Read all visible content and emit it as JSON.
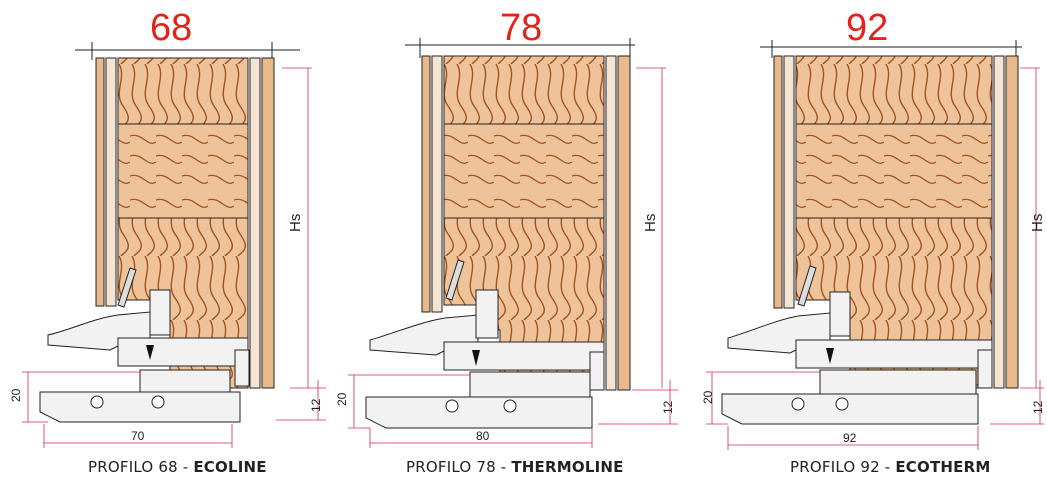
{
  "profiles": [
    {
      "width_label": "68",
      "hs_label": "Hs",
      "sill_height_label": "20",
      "sill_depth_label": "70",
      "right_offset_label": "12",
      "caption_prefix": "PROFILO 68 - ",
      "caption_name": "ECOLINE"
    },
    {
      "width_label": "78",
      "hs_label": "Hs",
      "sill_height_label": "20",
      "sill_depth_label": "80",
      "right_offset_label": "12",
      "caption_prefix": "PROFILO 78 - ",
      "caption_name": "THERMOLINE"
    },
    {
      "width_label": "92",
      "hs_label": "Hs",
      "sill_height_label": "20",
      "sill_depth_label": "92",
      "right_offset_label": "12",
      "caption_prefix": "PROFILO 92 - ",
      "caption_name": "ECOTHERM"
    }
  ],
  "colors": {
    "accent_red": "#e2231a",
    "wood": "#e8b98a",
    "grain": "#a2521f",
    "dim_line": "#d6285a",
    "line": "#222222",
    "metal": "#f2f2f2"
  }
}
